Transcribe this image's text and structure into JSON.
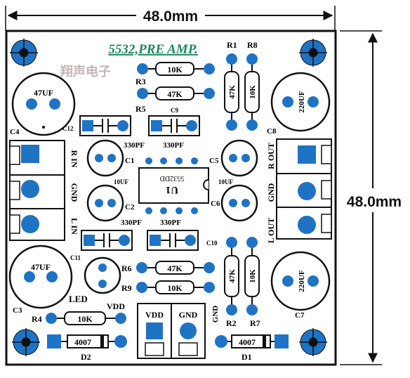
{
  "dimensions": {
    "width": "48.0mm",
    "height": "48.0mm"
  },
  "title": "5532,PRE AMP.",
  "brand": "翔声电子",
  "colors": {
    "board": "#ffffff",
    "pad": "#1f73c4",
    "silk": "#1a1a1a",
    "arrow": "#111111"
  },
  "components": {
    "r1": {
      "ref": "R1",
      "value": "47K"
    },
    "r8": {
      "ref": "R8",
      "value": "10K"
    },
    "r3": {
      "ref": "R3",
      "value": "10K"
    },
    "r5": {
      "ref": "R5",
      "value": "47K"
    },
    "r6": {
      "ref": "R6",
      "value": "47K"
    },
    "r9": {
      "ref": "R9",
      "value": "10K"
    },
    "r2": {
      "ref": "R2",
      "value": "47K"
    },
    "r7": {
      "ref": "R7",
      "value": "10K"
    },
    "r4": {
      "ref": "R4",
      "value": "10K"
    },
    "c4": {
      "ref": "C4",
      "value": "47UF"
    },
    "c3": {
      "ref": "C3",
      "value": "47UF"
    },
    "c8": {
      "ref": "C8",
      "value": "220UF"
    },
    "c7": {
      "ref": "C7",
      "value": "220UF"
    },
    "c12": {
      "ref": "C12"
    },
    "c9": {
      "ref": "C9"
    },
    "c11": {
      "ref": "C11"
    },
    "c10": {
      "ref": "C10"
    },
    "c1": {
      "ref": "C1",
      "value": "330PF"
    },
    "c5": {
      "ref": "C5",
      "value": "330PF"
    },
    "c2": {
      "ref": "C2",
      "value": "330PF"
    },
    "c6": {
      "ref": "C6",
      "value": "330PF"
    },
    "c2_elec": "10UF",
    "c6_elec": "10UF",
    "u1": {
      "ref": "U1",
      "value": "5532DD"
    },
    "d1": {
      "ref": "D1",
      "value": "4007"
    },
    "d2": {
      "ref": "D2",
      "value": "4007"
    },
    "led": "LED"
  },
  "connectors": {
    "left": [
      "R IN",
      "GND",
      "L IN"
    ],
    "right": [
      "R OUT",
      "GND",
      "L OUT"
    ],
    "power": [
      "VDD",
      "GND"
    ],
    "vdd_label": "VDD",
    "gnd_label": "GND"
  }
}
